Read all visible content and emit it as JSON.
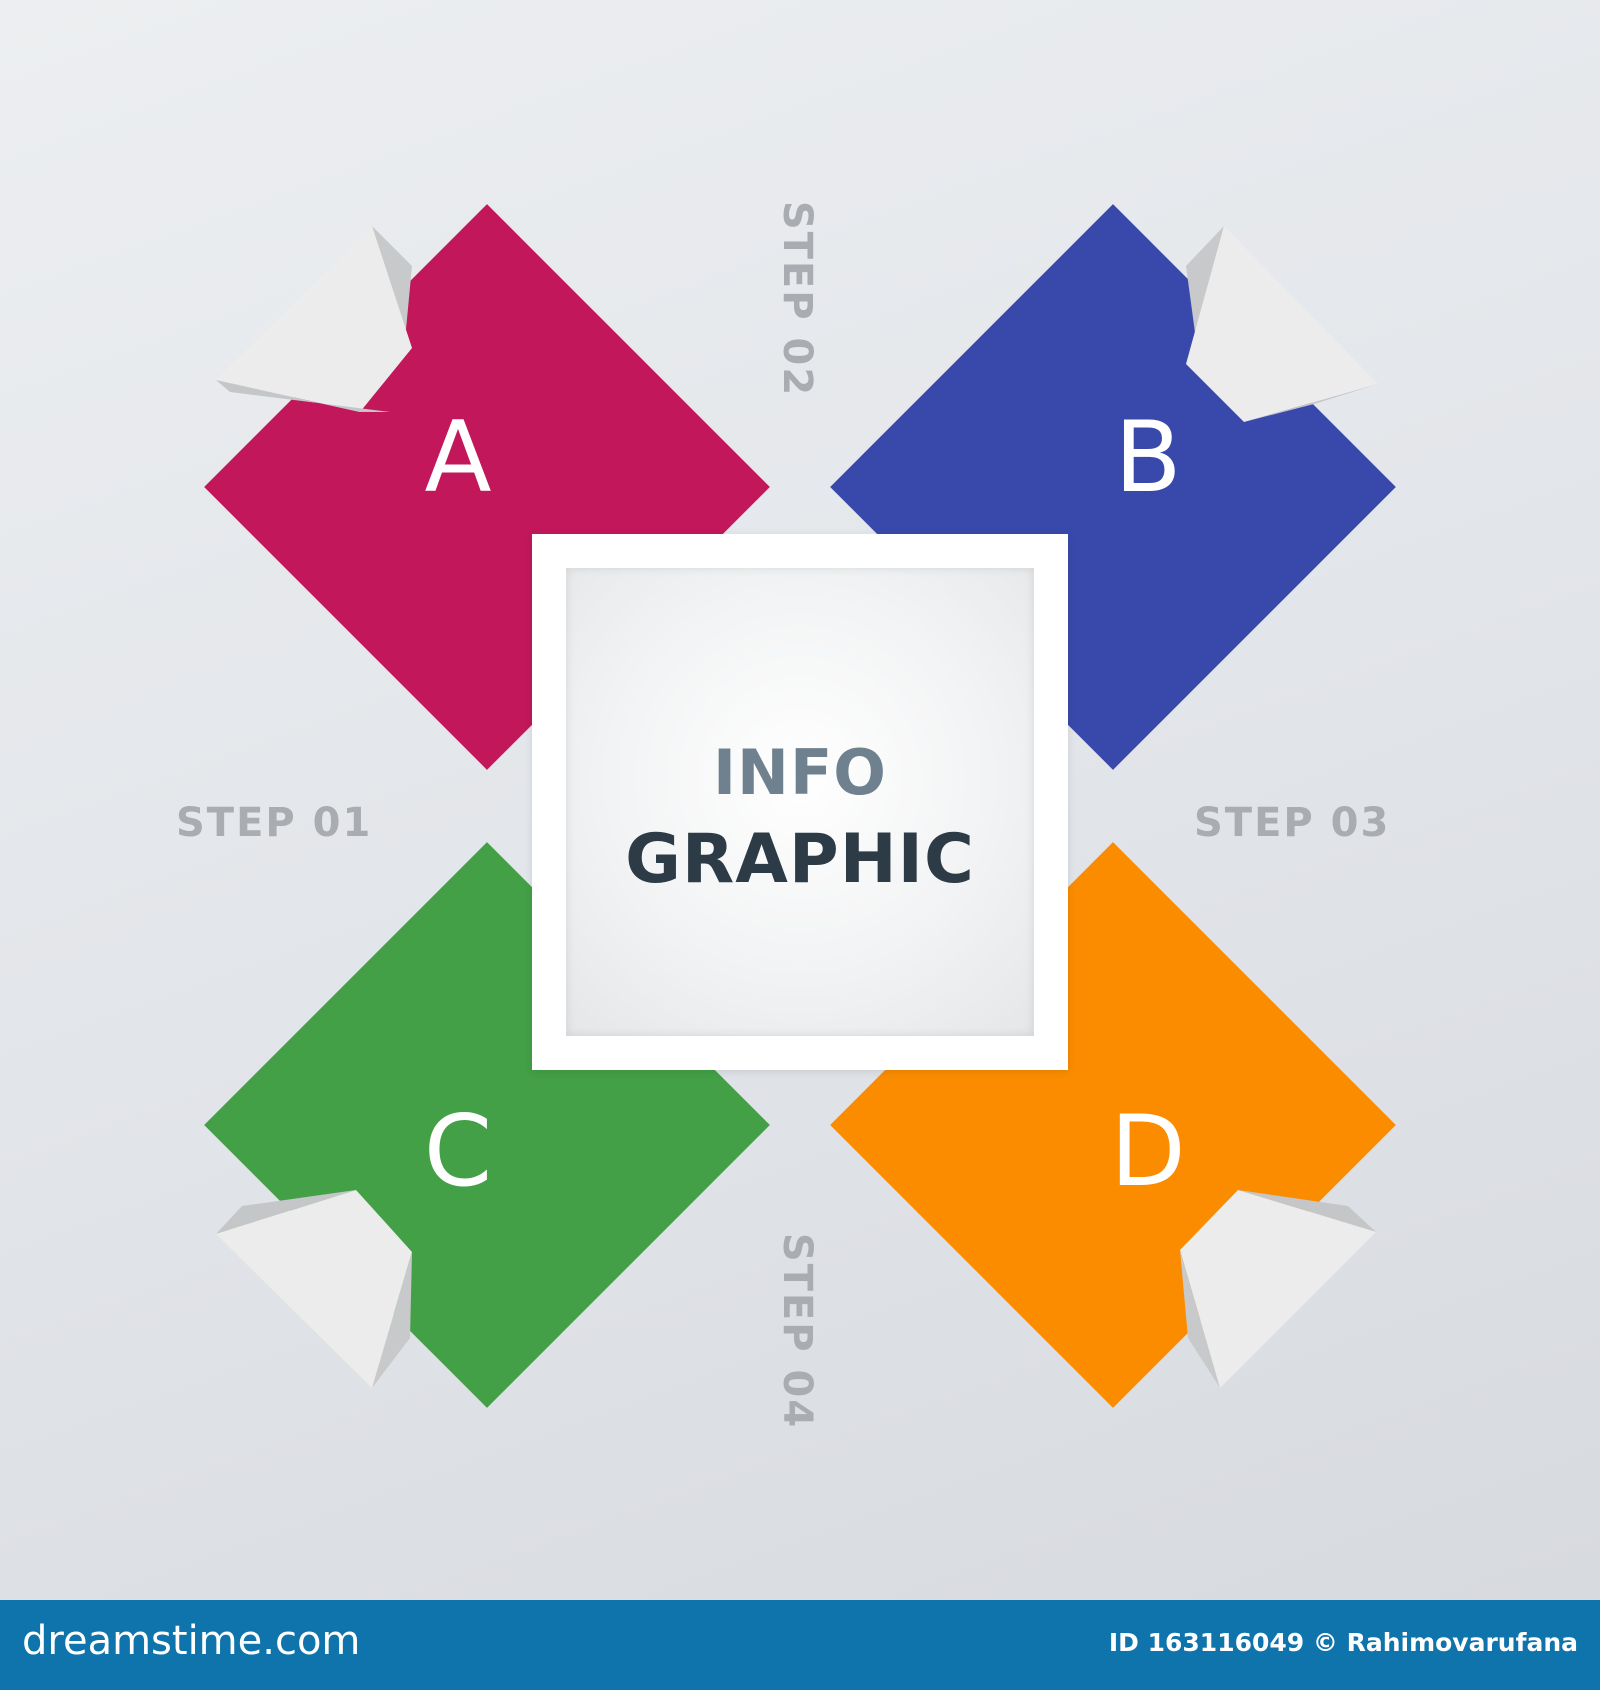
{
  "center": {
    "line1": "INFO",
    "line2": "GRAPHIC"
  },
  "tiles": [
    {
      "letter": "A",
      "color": "#c2185b"
    },
    {
      "letter": "B",
      "color": "#3949ab"
    },
    {
      "letter": "C",
      "color": "#43a047"
    },
    {
      "letter": "D",
      "color": "#fb8c00"
    }
  ],
  "steps": {
    "s1": "STEP 01",
    "s2": "STEP 02",
    "s3": "STEP 03",
    "s4": "STEP 04"
  },
  "footer": {
    "logo": "dreamstime.com",
    "credit": "ID 163116049 © Rahimovarufana"
  },
  "colors": {
    "background": "#e4e7eb",
    "footer": "#0f73ac",
    "step_text": "#a9acb0",
    "title_dark": "#2c3b45",
    "title_light": "#6f818e"
  }
}
